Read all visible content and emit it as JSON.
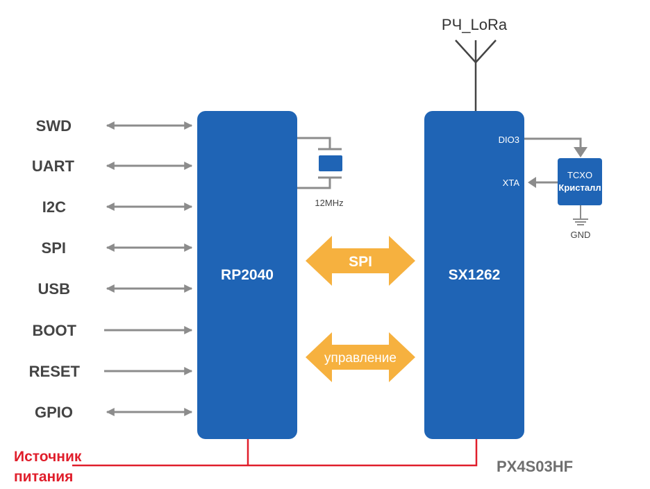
{
  "colors": {
    "chip": "#1f64b5",
    "arrow": "#f6b13f",
    "wire": "#8c8c8c",
    "power": "#e01e2b"
  },
  "interfaces": [
    {
      "label": "SWD",
      "direction": "both"
    },
    {
      "label": "UART",
      "direction": "both"
    },
    {
      "label": "I2C",
      "direction": "both"
    },
    {
      "label": "SPI",
      "direction": "both"
    },
    {
      "label": "USB",
      "direction": "both"
    },
    {
      "label": "BOOT",
      "direction": "in"
    },
    {
      "label": "RESET",
      "direction": "in"
    },
    {
      "label": "GPIO",
      "direction": "both"
    }
  ],
  "mcu": {
    "label": "RP2040"
  },
  "crystal": {
    "label": "12MHz"
  },
  "radio": {
    "label": "SX1262",
    "pin_dio3": "DIO3",
    "pin_xta": "XTA"
  },
  "antenna": {
    "label": "РЧ_LoRa"
  },
  "tcxo": {
    "line1": "TCXO",
    "line2": "Кристалл",
    "gnd": "GND"
  },
  "links": [
    {
      "label": "SPI"
    },
    {
      "label": "управление"
    }
  ],
  "power": {
    "line1": "Источник",
    "line2": "питания"
  },
  "watermark": "PX4S03HF"
}
